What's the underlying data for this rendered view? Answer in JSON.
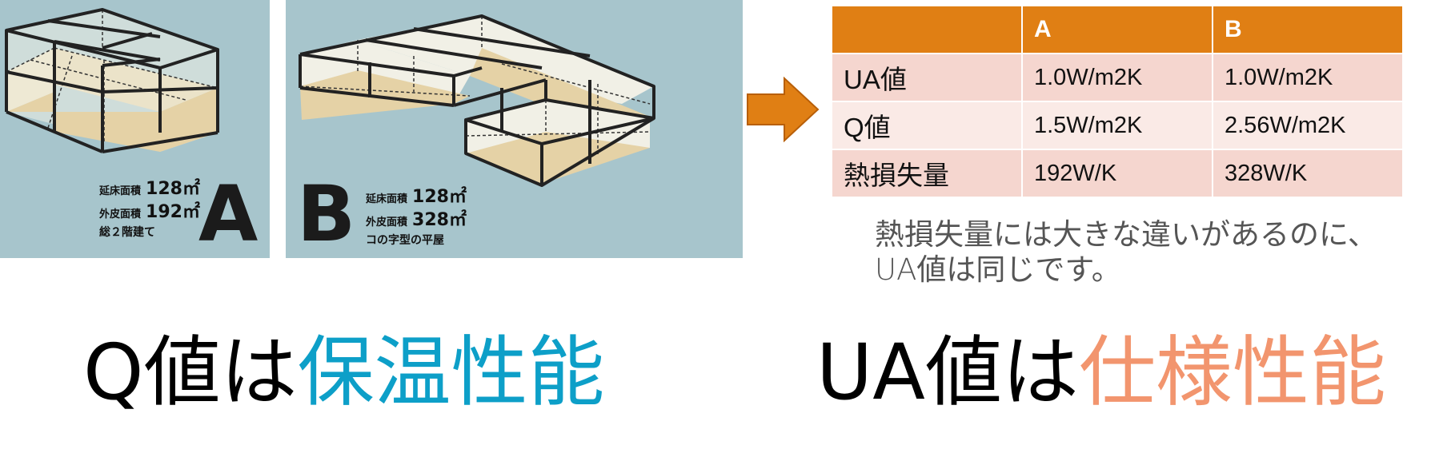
{
  "figure_a": {
    "spec_rows": [
      {
        "label": "延床面積",
        "value": "128㎡"
      },
      {
        "label": "外皮面積",
        "value": "192㎡"
      }
    ],
    "description": "総２階建て",
    "letter": "A"
  },
  "figure_b": {
    "spec_rows": [
      {
        "label": "延床面積",
        "value": "128㎡"
      },
      {
        "label": "外皮面積",
        "value": "328㎡"
      }
    ],
    "description": "コの字型の平屋",
    "letter": "B"
  },
  "colors": {
    "panel_bg": "#a7c5cc",
    "floor_fill": "#e5d2a6",
    "wall_fill": "#f1f0e6",
    "arrow": "#e07f14",
    "table_header": "#e07f14",
    "q_highlight": "#0d9fc8",
    "ua_highlight": "#f2956e"
  },
  "table": {
    "headers": [
      "",
      "A",
      "B"
    ],
    "rows": [
      {
        "label": "UA値",
        "a": "1.0W/m2K",
        "b": "1.0W/m2K"
      },
      {
        "label": "Q値",
        "a": "1.5W/m2K",
        "b": "2.56W/m2K"
      },
      {
        "label": "熱損失量",
        "a": "192W/K",
        "b": "328W/K"
      }
    ]
  },
  "note_lines": [
    "熱損失量には大きな違いがあるのに、",
    "UA値は同じです。"
  ],
  "headline_q": {
    "prefix": "Q値は",
    "highlight": "保温性能"
  },
  "headline_ua": {
    "prefix": "UA値は",
    "highlight": "仕様性能"
  }
}
